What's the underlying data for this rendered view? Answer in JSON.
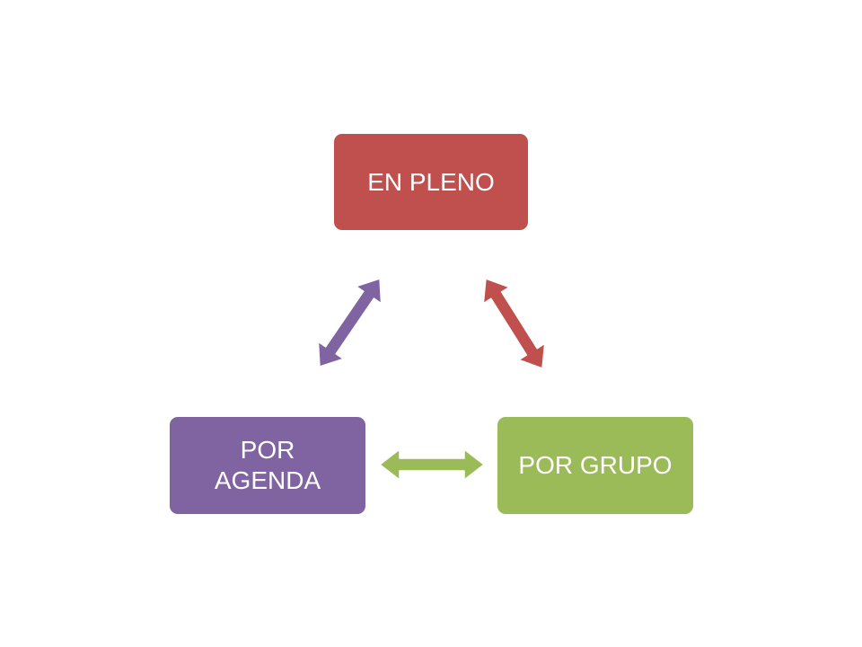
{
  "nodes": {
    "top": {
      "label": "EN PLENO",
      "color": "#c0504d"
    },
    "right": {
      "label": "POR GRUPO",
      "color": "#9bbb59"
    },
    "left": {
      "label": "POR AGENDA",
      "color": "#8064a2"
    }
  },
  "connectors": [
    {
      "from": "top",
      "to": "right",
      "type": "double-arrow",
      "color": "#c0504d",
      "stroke": "#ffffff"
    },
    {
      "from": "left",
      "to": "right",
      "type": "double-arrow",
      "color": "#9bbb59",
      "stroke": "#ffffff"
    },
    {
      "from": "left",
      "to": "top",
      "type": "double-arrow",
      "color": "#8064a2",
      "stroke": "#ffffff"
    }
  ]
}
